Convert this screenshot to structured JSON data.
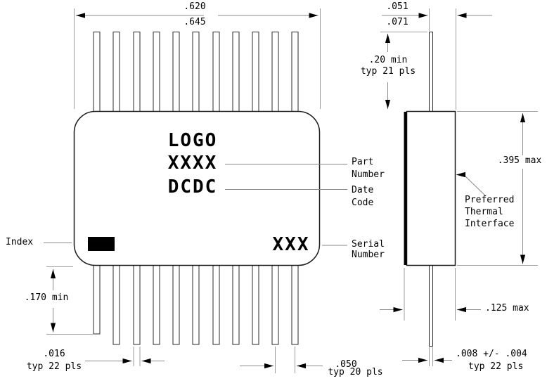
{
  "package_markings": {
    "logo": "LOGO",
    "part_number": "XXXX",
    "date_code": "DCDC",
    "serial_number": "XXX"
  },
  "callouts": {
    "index": "Index",
    "part_number": "Part\nNumber",
    "date_code": "Date\nCode",
    "serial_number": "Serial\nNumber",
    "thermal_interface": "Preferred\nThermal\nInterface"
  },
  "dimensions": {
    "body_width": {
      "min": ".620",
      "max": ".645"
    },
    "lead_to_face": {
      "min": ".051",
      "max": ".071"
    },
    "lead_length_top": {
      "value": ".20 min",
      "note": "typ 21 pls"
    },
    "body_length": ".395 max",
    "lead_length_bottom": ".170 min",
    "lead_width": {
      "value": ".016",
      "note": "typ 22 pls"
    },
    "lead_pitch": {
      "value": ".050",
      "note": "typ 20 pls"
    },
    "body_thickness": ".125 max",
    "lead_thickness": {
      "value": ".008 +/- .004",
      "note": "typ 22 pls"
    }
  },
  "colors": {
    "background": "#ffffff",
    "outline": "#1a1a1a",
    "dimension_lines": "#8a8a8a",
    "text": "#000000"
  }
}
